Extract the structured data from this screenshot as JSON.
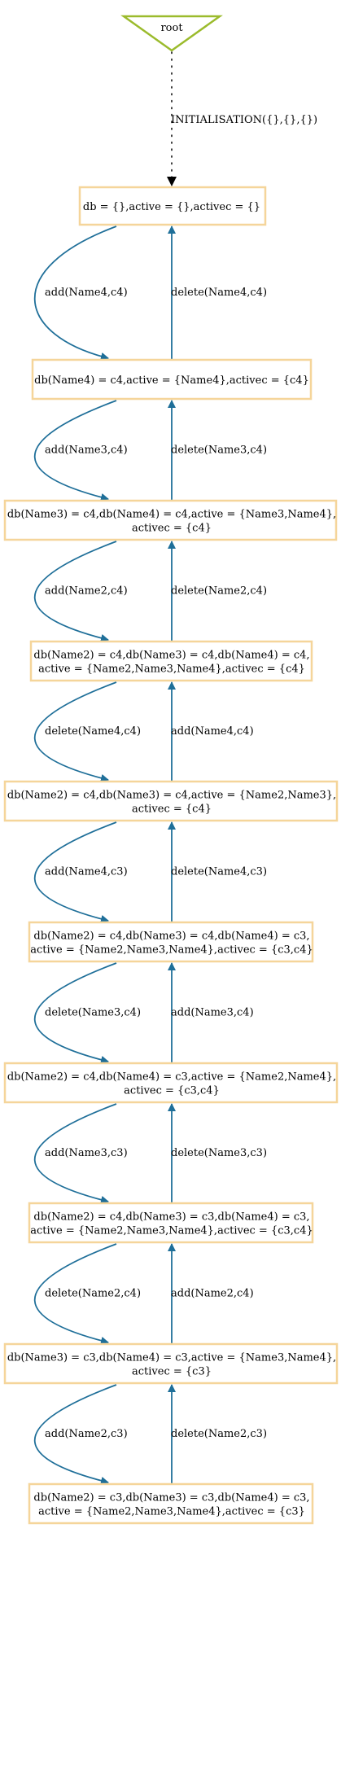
{
  "root": {
    "label": "root"
  },
  "initialisation": {
    "label": "INITIALISATION({},{},{})"
  },
  "colors": {
    "root_stroke": "#9bbb2c",
    "state_stroke": "#f5d59a",
    "edge": "#1f6f99",
    "init_edge": "#000000"
  },
  "states": [
    {
      "lines": [
        "db = {},active = {},activec = {}"
      ]
    },
    {
      "lines": [
        "db(Name4) = c4,active = {Name4},activec = {c4}"
      ]
    },
    {
      "lines": [
        "db(Name3) = c4,db(Name4) = c4,active = {Name3,Name4},",
        "activec = {c4}"
      ]
    },
    {
      "lines": [
        "db(Name2) = c4,db(Name3) = c4,db(Name4) = c4,",
        "active = {Name2,Name3,Name4},activec = {c4}"
      ]
    },
    {
      "lines": [
        "db(Name2) = c4,db(Name3) = c4,active = {Name2,Name3},",
        "activec = {c4}"
      ]
    },
    {
      "lines": [
        "db(Name2) = c4,db(Name3) = c4,db(Name4) = c3,",
        "active = {Name2,Name3,Name4},activec = {c3,c4}"
      ]
    },
    {
      "lines": [
        "db(Name2) = c4,db(Name4) = c3,active = {Name2,Name4},",
        "activec = {c3,c4}"
      ]
    },
    {
      "lines": [
        "db(Name2) = c4,db(Name3) = c3,db(Name4) = c3,",
        "active = {Name2,Name3,Name4},activec = {c3,c4}"
      ]
    },
    {
      "lines": [
        "db(Name3) = c3,db(Name4) = c3,active = {Name3,Name4},",
        "activec = {c3}"
      ]
    },
    {
      "lines": [
        "db(Name2) = c3,db(Name3) = c3,db(Name4) = c3,",
        "active = {Name2,Name3,Name4},activec = {c3}"
      ]
    }
  ],
  "transitions": [
    {
      "forward": "add(Name4,c4)",
      "backward": "delete(Name4,c4)"
    },
    {
      "forward": "add(Name3,c4)",
      "backward": "delete(Name3,c4)"
    },
    {
      "forward": "add(Name2,c4)",
      "backward": "delete(Name2,c4)"
    },
    {
      "forward": "delete(Name4,c4)",
      "backward": "add(Name4,c4)"
    },
    {
      "forward": "add(Name4,c3)",
      "backward": "delete(Name4,c3)"
    },
    {
      "forward": "delete(Name3,c4)",
      "backward": "add(Name3,c4)"
    },
    {
      "forward": "add(Name3,c3)",
      "backward": "delete(Name3,c3)"
    },
    {
      "forward": "delete(Name2,c4)",
      "backward": "add(Name2,c4)"
    },
    {
      "forward": "add(Name2,c3)",
      "backward": "delete(Name2,c3)"
    }
  ]
}
